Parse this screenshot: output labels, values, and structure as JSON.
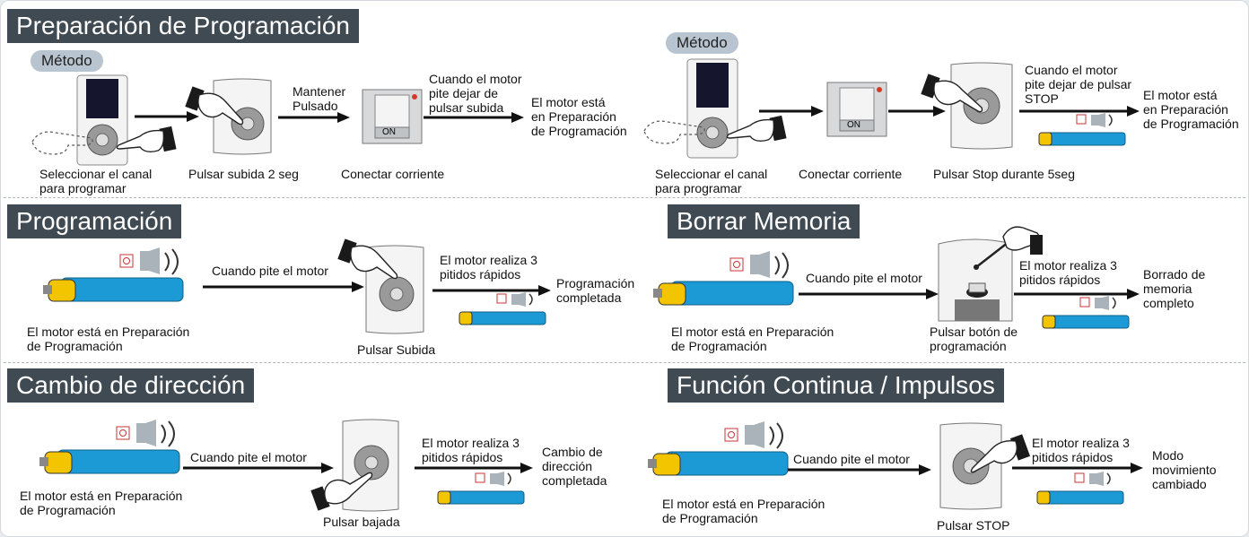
{
  "sections": {
    "prep": {
      "title": "Preparación de Programación",
      "m1": {
        "badge": "Método",
        "step1": "Seleccionar el canal\npara programar",
        "step2": "Pulsar subida 2 seg",
        "step2_arrow": "Mantener\nPulsado",
        "step3": "Conectar corriente",
        "step3_arrow": "Cuando el motor\npite dejar de\npulsar subida",
        "result": "El motor está\nen Preparación\nde Programación",
        "switch_label": "ON"
      },
      "m2": {
        "badge": "Método",
        "step1": "Seleccionar el canal\npara programar",
        "step2": "Conectar corriente",
        "step3": "Pulsar Stop durante 5seg",
        "step3_arrow": "Cuando el motor\npite dejar de pulsar\nSTOP",
        "result": "El motor está\nen Preparación\nde Programación",
        "switch_label": "ON"
      }
    },
    "prog": {
      "title": "Programación",
      "motor_caption": "El motor está en Preparación\nde Programación",
      "arrow1": "Cuando pite el motor",
      "action": "Pulsar Subida",
      "arrow2": "El motor realiza 3\npitidos rápidos",
      "result": "Programación\ncompletada"
    },
    "erase": {
      "title": "Borrar Memoria",
      "motor_caption": "El motor está en Preparación\nde Programación",
      "arrow1": "Cuando pite el motor",
      "action": "Pulsar botón de\nprogramación",
      "arrow2": "El motor realiza 3\npitidos rápidos",
      "result": "Borrado de\nmemoria\ncompleto"
    },
    "dir": {
      "title": "Cambio de dirección",
      "motor_caption": "El motor está en Preparación\nde Programación",
      "arrow1": "Cuando pite el motor",
      "action": "Pulsar bajada",
      "arrow2": "El motor realiza 3\npitidos rápidos",
      "result": "Cambio de\ndirección\ncompletada"
    },
    "cont": {
      "title": "Función Continua / Impulsos",
      "motor_caption": "El motor está en Preparación\nde Programación",
      "arrow1": "Cuando pite el motor",
      "action": "Pulsar STOP",
      "arrow2": "El motor realiza 3\npitidos rápidos",
      "result": "Modo\nmovimiento\ncambiado"
    }
  },
  "icons": [
    "remote-control-icon",
    "pointing-hand-icon",
    "wall-switch-icon",
    "tubular-motor-icon",
    "speaker-icon",
    "arrow-icon"
  ],
  "colors": {
    "title_bg": "#3f4a52",
    "badge_bg": "#b8c4cf",
    "motor_blue": "#1b9ad6",
    "motor_yellow": "#f2c500"
  }
}
